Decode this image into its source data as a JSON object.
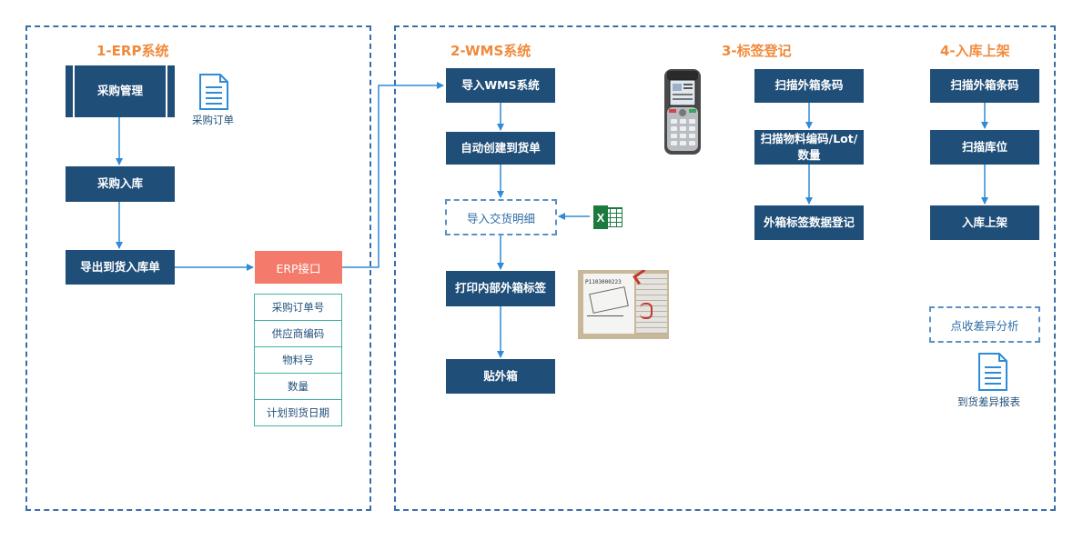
{
  "sections": {
    "erp": {
      "title": "1-ERP系统"
    },
    "wms": {
      "title": "2-WMS系统"
    },
    "label": {
      "title": "3-标签登记"
    },
    "putaway": {
      "title": "4-入库上架"
    }
  },
  "erp": {
    "purchase_mgmt": "采购管理",
    "purchase_order_doc": "采购订单",
    "purchase_inbound": "采购入库",
    "export_asn": "导出到货入库单",
    "erp_api": "ERP接口",
    "fields": [
      "采购订单号",
      "供应商编码",
      "物料号",
      "数量",
      "计划到货日期"
    ]
  },
  "wms": {
    "import_wms": "导入WMS系统",
    "auto_create": "自动创建到货单",
    "import_detail": "导入交货明细",
    "print_label": "打印内部外箱标签",
    "stick_box": "贴外箱",
    "excel_icon_letter": "X",
    "photo_code": "P1103000223"
  },
  "label_reg": {
    "scan_box": "扫描外箱条码",
    "scan_material": "扫描物料编码/Lot/\n数量",
    "register": "外箱标签数据登记"
  },
  "putaway": {
    "scan_box": "扫描外箱条码",
    "scan_location": "扫描库位",
    "shelve": "入库上架",
    "diff_analysis": "点收差异分析",
    "diff_report": "到货差异报表"
  },
  "colors": {
    "box_fill": "#1f4e79",
    "accent_orange": "#f08a3c",
    "erp_api": "#f47b6b",
    "field_border": "#3fb3a0",
    "arrow": "#2e8bd8",
    "frame": "#3a6ea8"
  }
}
